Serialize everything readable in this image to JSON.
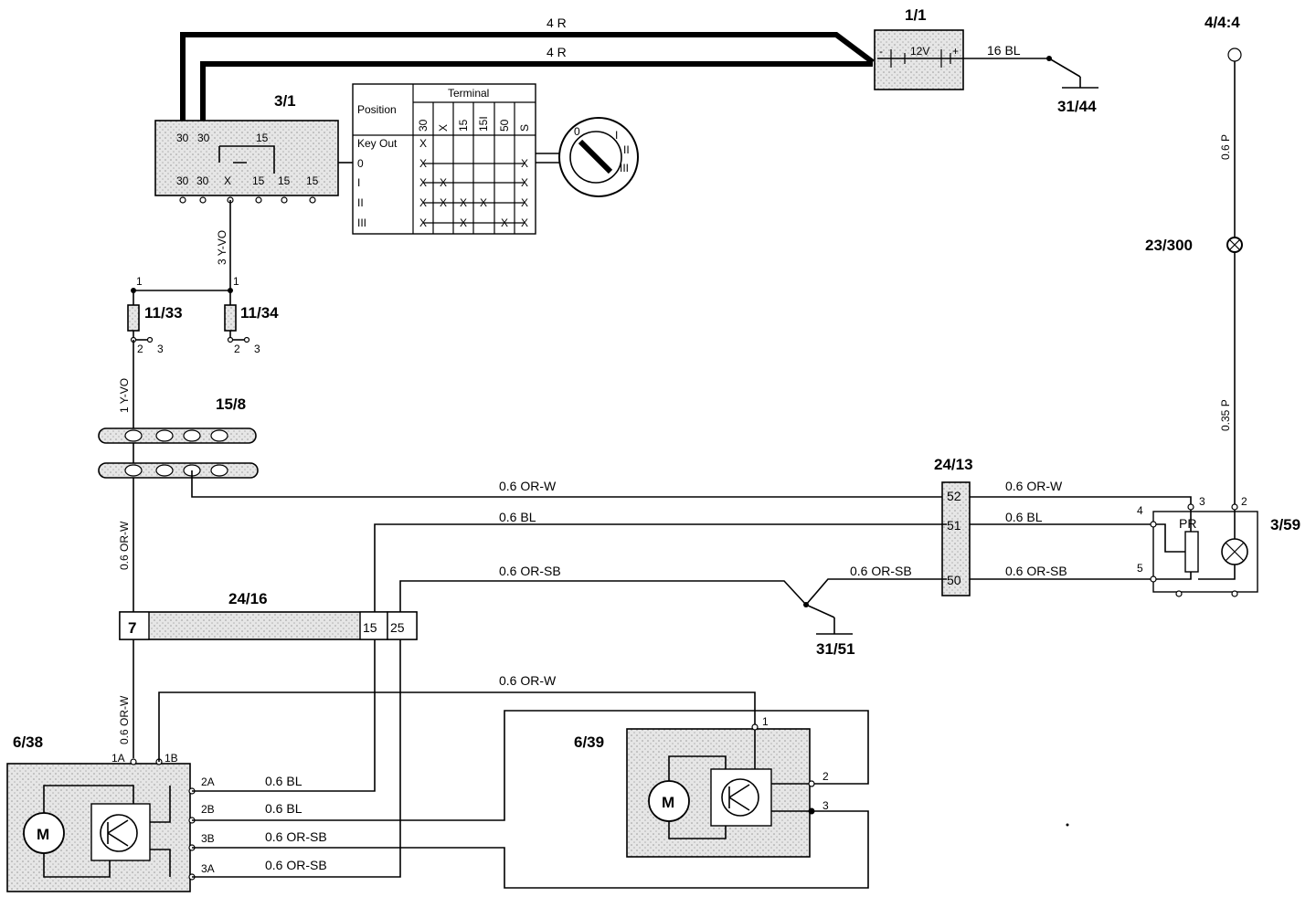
{
  "components": {
    "c_1_1": "1/1",
    "c_3_1": "3/1",
    "c_4_4_4": "4/4:4",
    "c_23_300": "23/300",
    "c_31_44": "31/44",
    "c_11_33": "11/33",
    "c_11_34": "11/34",
    "c_15_8": "15/8",
    "c_24_13": "24/13",
    "c_3_59": "3/59",
    "c_24_16": "24/16",
    "c_31_51": "31/51",
    "c_6_38": "6/38",
    "c_6_39": "6/39"
  },
  "wires": {
    "battery_a": "4 R",
    "battery_b": "4 R",
    "ground_1_1": "16 BL",
    "bulb_supply": "0.6 P",
    "rheostat_supply": "0.35 P",
    "ignition_feed": "3 Y-VO",
    "fuse_out": "1 Y-VO",
    "orw_main": "0.6 OR-W",
    "orw_top_left": "0.6 OR-W",
    "orw_top_right": "0.6 OR-W",
    "bl_top_left": "0.6 BL",
    "bl_top_right": "0.6 BL",
    "orsb_top_left": "0.6 OR-SB",
    "orsb_mid": "0.6 OR-SB",
    "orsb_right": "0.6 OR-SB",
    "orw_bottom": "0.6 OR-W",
    "orw_lower_left": "0.6 OR-W",
    "bl_2a": "0.6 BL",
    "bl_2b": "0.6 BL",
    "orsb_3b": "0.6 OR-SB",
    "orsb_3a": "0.6 OR-SB"
  },
  "battery": {
    "voltage": "12V",
    "minus": "-",
    "plus": "+"
  },
  "switch_3_1": {
    "top_pins": [
      "30",
      "30"
    ],
    "bottom_pins": [
      "30",
      "30",
      "X",
      "15",
      "15",
      "15"
    ],
    "middle_pin": "15"
  },
  "terminal_table": {
    "position_header": "Position",
    "terminal_header": "Terminal",
    "columns": [
      "30",
      "X",
      "15",
      "15I",
      "50",
      "S"
    ],
    "rows": [
      {
        "position": "Key Out",
        "marks": [
          "X",
          "",
          "",
          "",
          "",
          ""
        ]
      },
      {
        "position": "0",
        "marks": [
          "X",
          "",
          "",
          "",
          "",
          "X"
        ]
      },
      {
        "position": "I",
        "marks": [
          "X",
          "X",
          "",
          "",
          "",
          "X"
        ]
      },
      {
        "position": "II",
        "marks": [
          "X",
          "X",
          "X",
          "X",
          "",
          "X"
        ]
      },
      {
        "position": "III",
        "marks": [
          "X",
          "",
          "X",
          "",
          "X",
          "X"
        ]
      }
    ]
  },
  "key_positions": [
    "0",
    "I",
    "II",
    "III"
  ],
  "fuse_pins": {
    "in": "1",
    "out_a": "2",
    "out_b": "3"
  },
  "connector_24_13_pins": [
    "52",
    "51",
    "50"
  ],
  "rheostat_3_59": {
    "label": "PR",
    "pins": {
      "p2": "2",
      "p3": "3",
      "p4": "4",
      "p5": "5"
    }
  },
  "connector_24_16_pins": {
    "p7": "7",
    "p15": "15",
    "p25": "25"
  },
  "motor_6_38": {
    "motor_symbol": "M",
    "pins": {
      "p1a": "1A",
      "p1b": "1B",
      "p2a": "2A",
      "p2b": "2B",
      "p3b": "3B",
      "p3a": "3A"
    }
  },
  "motor_6_39": {
    "motor_symbol": "M",
    "pins": {
      "p1": "1",
      "p2": "2",
      "p3": "3"
    }
  }
}
